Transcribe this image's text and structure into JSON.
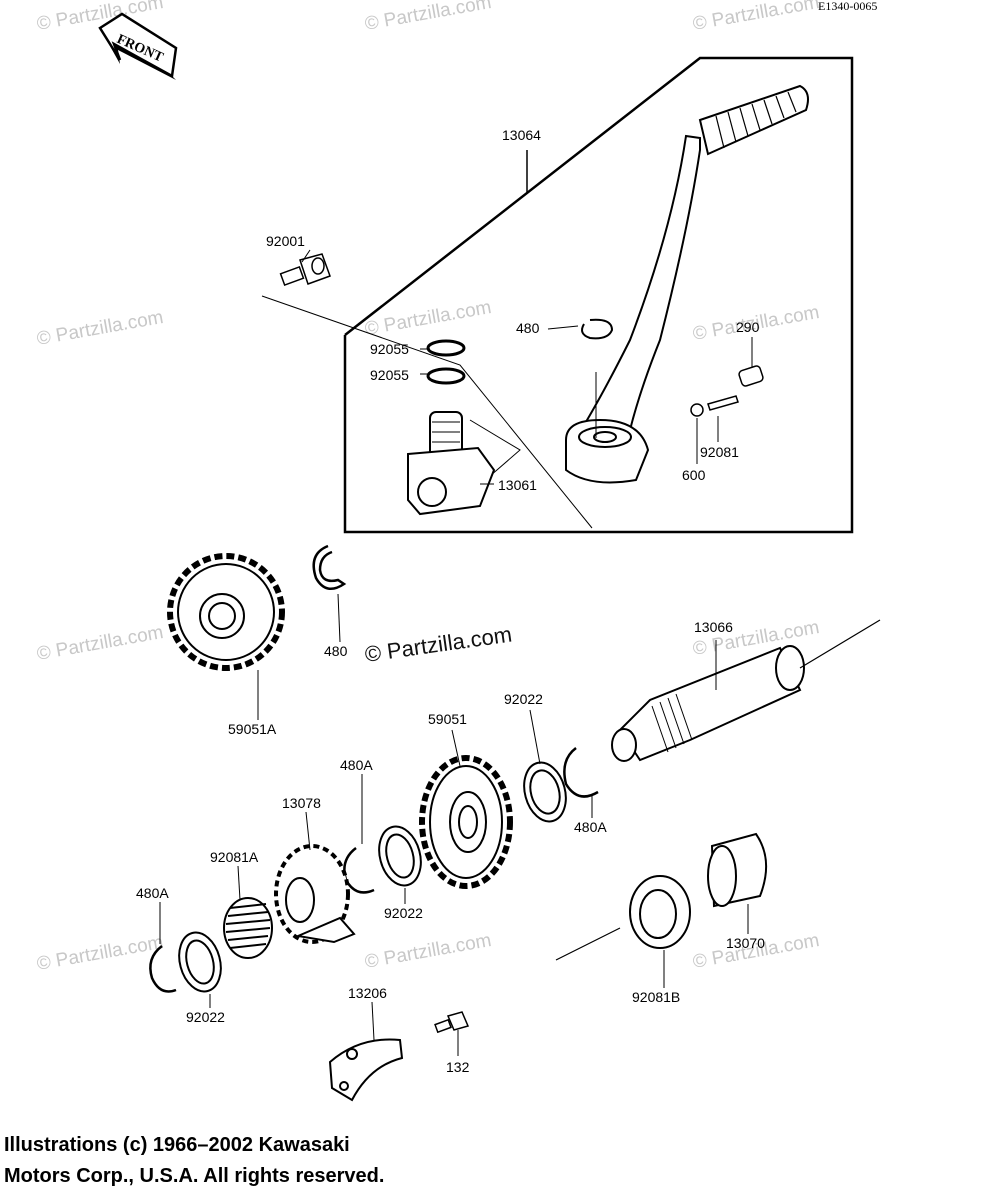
{
  "diagram_code": "E1340-0065",
  "front_label": "FRONT",
  "watermark": "© Partzilla.com",
  "watermark_main": "© Partzilla.com",
  "parts": {
    "p13064": "13064",
    "p92001": "92001",
    "p480_top": "480",
    "p290": "290",
    "p92055_a": "92055",
    "p92055_b": "92055",
    "p92081": "92081",
    "p600": "600",
    "p13061": "13061",
    "p480_mid": "480",
    "p59051A": "59051A",
    "p13066": "13066",
    "p92022_top": "92022",
    "p59051": "59051",
    "p480A_mid": "480A",
    "p480A_right": "480A",
    "p13078": "13078",
    "p92081A": "92081A",
    "p480A_left": "480A",
    "p92022_mid": "92022",
    "p92022_bot": "92022",
    "p13070": "13070",
    "p92081B": "92081B",
    "p13206": "13206",
    "p132": "132"
  },
  "copyright": {
    "line1": "Illustrations (c) 1966–2002 Kawasaki",
    "line2": "Motors Corp., U.S.A.  All rights reserved."
  }
}
